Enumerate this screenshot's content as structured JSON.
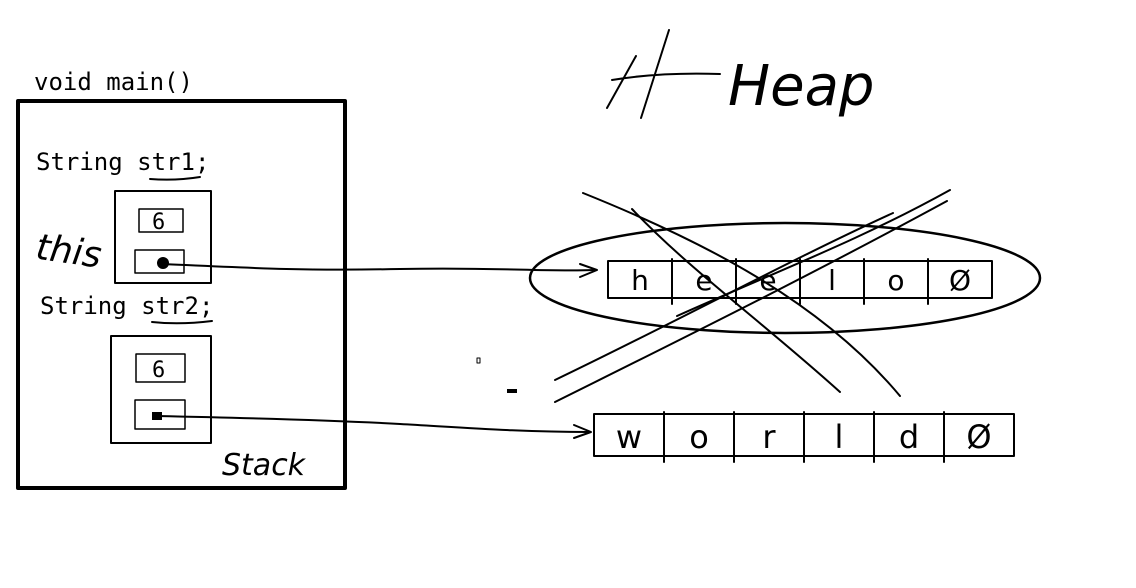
{
  "stack": {
    "function_label": "void main()",
    "decl1": "String str1;",
    "decl1_var": "str1",
    "decl2": "String str2;",
    "decl2_var": "str2",
    "this_label": "this",
    "obj1_value": "6",
    "obj2_value": "6",
    "region_label": "Stack"
  },
  "heap": {
    "title": "Heap",
    "string1_chars": [
      "h",
      "e",
      "e",
      "l",
      "o",
      "Ø"
    ],
    "string2_chars": [
      "w",
      "o",
      "r",
      "l",
      "d",
      "Ø"
    ]
  },
  "colors": {
    "ink": "#000000",
    "background": "#ffffff"
  }
}
